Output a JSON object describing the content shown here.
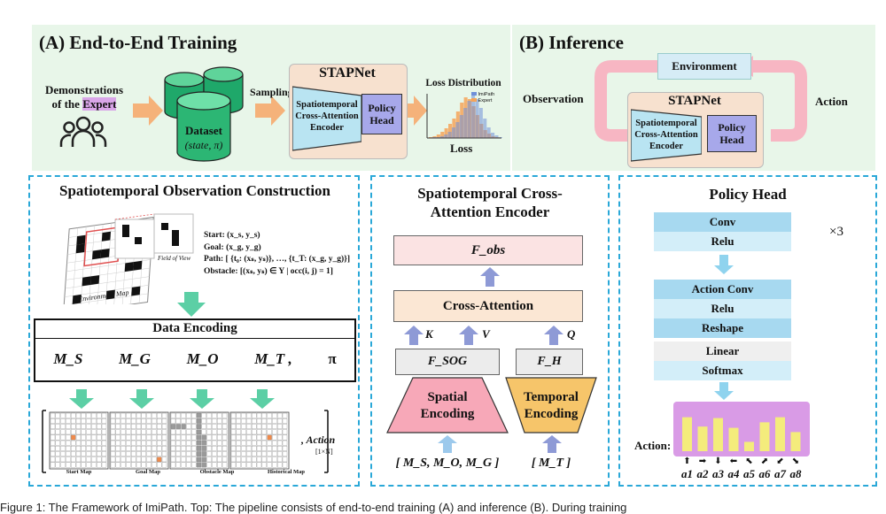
{
  "top": {
    "training": {
      "title": "(A) End-to-End Training",
      "demonstrations_line1": "Demonstrations",
      "demonstrations_line2_prefix": "of the ",
      "demonstrations_highlight": "Expert",
      "sampling_label": "Sampling",
      "dataset_label": "Dataset",
      "dataset_sub": "(state, π)",
      "stapnet_title": "STAPNet",
      "encoder_label": [
        "Spatiotemporal",
        "Cross-Attention",
        "Encoder"
      ],
      "policy_head_label": [
        "Policy",
        "Head"
      ],
      "loss_title": "Loss Distribution",
      "loss_xlabel": "Loss",
      "loss_legend": [
        "ImiPath",
        "Expert"
      ],
      "colors": {
        "orange": "#f5a45a",
        "blue": "#8fa3d8",
        "teal": "#2e8b57"
      }
    },
    "inference": {
      "title": "(B) Inference",
      "environment_label": "Environment",
      "observation_label": "Observation",
      "action_label": "Action",
      "stapnet_title": "STAPNet",
      "encoder_label": [
        "Spatiotemporal",
        "Cross-Attention",
        "Encoder"
      ],
      "policy_head_label": [
        "Policy",
        "Head"
      ]
    }
  },
  "observation_construction": {
    "title": "Spatiotemporal Observation Construction",
    "env_map_label": "Environment Map",
    "fov_label": "Field of View",
    "formula_start": "Start: (x_s, y_s)",
    "formula_goal": "Goal: (x_g, y_g)",
    "formula_path": "Path: [ {t₀: (xₛ, yₛ)}, …, {t_T: (x_g, y_g)}]",
    "formula_obstacle": "Obstacle: [(xₛ, yₛ) ∈ Y | occ(i, j) = 1]",
    "data_encoding_title": "Data Encoding",
    "encoding_symbols": [
      "M_S",
      "M_G",
      "M_O",
      "M_T ,",
      "π"
    ],
    "map_labels": [
      "Start Map",
      "Goal Map",
      "Obstacle Map",
      "Historical Map"
    ],
    "action_label": ", Action",
    "action_dim": "[1×N]"
  },
  "encoder": {
    "title_line1": "Spatiotemporal Cross-",
    "title_line2": "Attention Encoder",
    "f_obs": "F_obs",
    "cross_attention": "Cross-Attention",
    "k_label": "K",
    "v_label": "V",
    "q_label": "Q",
    "f_sog": "F_SOG",
    "f_h": "F_H",
    "spatial": [
      "Spatial",
      "Encoding"
    ],
    "temporal": [
      "Temporal",
      "Encoding"
    ],
    "spatial_input": "[ M_S, M_O, M_G ]",
    "temporal_input": "[ M_T ]"
  },
  "policy_head": {
    "title": "Policy Head",
    "block1": [
      "Conv",
      "Relu"
    ],
    "repeat_label": "×3",
    "block2": [
      "Action Conv",
      "Relu",
      "Reshape",
      "Linear",
      "Softmax"
    ],
    "action_label": "Action:",
    "action_values": [
      0.8,
      0.58,
      0.78,
      0.55,
      0.22,
      0.68,
      0.8,
      0.45
    ],
    "action_names": [
      "a1",
      "a2",
      "a3",
      "a4",
      "a5",
      "a6",
      "a7",
      "a8"
    ],
    "action_glyphs": [
      "⬆",
      "➡",
      "⬇",
      "⬅",
      "⬉",
      "⬈",
      "⬋",
      "⬊"
    ]
  },
  "caption": "Figure 1: The Framework of ImiPath. Top: The pipeline consists of end-to-end training (A) and inference (B). During training"
}
